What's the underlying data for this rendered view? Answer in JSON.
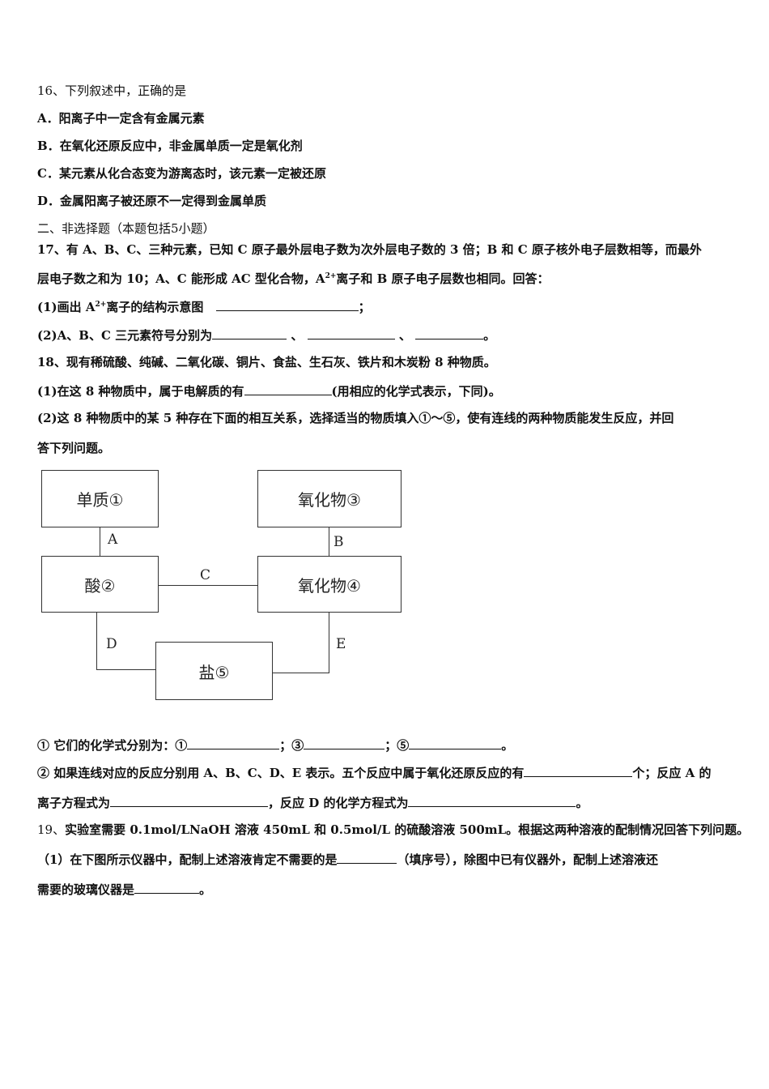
{
  "q16": {
    "stem": "16、下列叙述中，正确的是",
    "options": [
      {
        "key": "A．",
        "text": "阳离子中一定含有金属元素"
      },
      {
        "key": "B．",
        "text": "在氧化还原反应中，非金属单质一定是氧化剂"
      },
      {
        "key": "C．",
        "text": "某元素从化合态变为游离态时，该元素一定被还原"
      },
      {
        "key": "D．",
        "text": "金属阳离子被还原不一定得到金属单质"
      }
    ]
  },
  "section2": "二、非选择题（本题包括5小题）",
  "q17": {
    "line1": "17、有 A、B、C、三种元素，已知 C 原子最外层电子数为次外层电子数的 3 倍；B 和 C 原子核外电子层数相等，而最外",
    "line2a": "层电子数之和为 10；A、C 能形成 AC 型化合物，A",
    "line2sup": "2+",
    "line2b": "离子和 B 原子电子层数也相同。回答：",
    "p1a": "(1)画出 A",
    "p1sup": "2+",
    "p1b": "离子的结构示意图",
    "p1end": "；",
    "p2a": "(2)A、B、C 三元素符号分别为",
    "sep": "、",
    "p2end": "。"
  },
  "q18": {
    "stem": "18、现有稀硫酸、纯碱、二氧化碳、铜片、食盐、生石灰、铁片和木炭粉 8 种物质。",
    "p1a": "(1)在这 8 种物质中，属于电解质的有",
    "p1b": "(用相应的化学式表示，下同)",
    "p1end": "。",
    "p2line1": "(2)这 8 种物质中的某 5 种存在下面的相互关系，选择适当的物质填入①～⑤，使有连线的两种物质能发生反应，并回",
    "p2line2": "答下列问题。",
    "diagram": {
      "box1": "单质①",
      "box2": "酸②",
      "box3": "氧化物③",
      "box4": "氧化物④",
      "box5": "盐⑤",
      "labelA": "A",
      "labelB": "B",
      "labelC": "C",
      "labelD": "D",
      "labelE": "E"
    },
    "sub1a": "① 它们的化学式分别为：①",
    "sub1b": "；③",
    "sub1c": "；⑤",
    "sub1end": "。",
    "sub2a": "② 如果连线对应的反应分别用 A、B、C、D、E 表示。五个反应中属于氧化还原反应的有",
    "sub2b": "个；反应 A 的",
    "sub2c": "离子方程式为",
    "sub2d": "，反应 D 的化学方程式为",
    "sub2end": "。"
  },
  "q19": {
    "line1a": "19、",
    "line1b": "实验室需要 0.1mol/LNaOH 溶液 450mL 和 0.5mol/L 的硫酸溶液 500mL。根据这两种溶液的配制情况回答下列问题。",
    "p1a": "（1）在下图所示仪器中，配制上述溶液肯定不需要的是",
    "p1b": "（填序号），除图中已有仪器外，配制上述溶液还",
    "p1c": "需要的玻璃仪器是",
    "p1end": "。"
  }
}
